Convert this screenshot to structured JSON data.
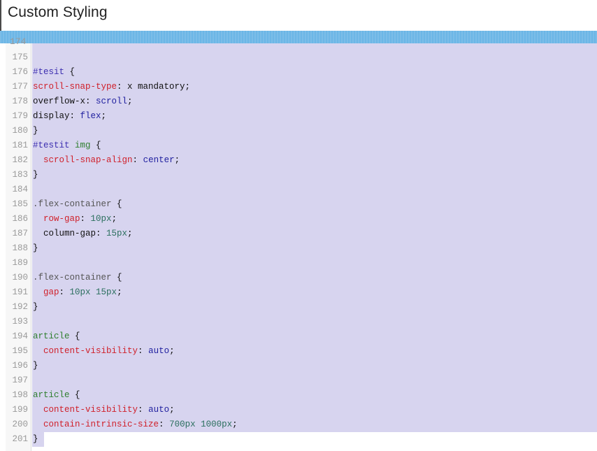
{
  "title": "Custom Styling",
  "colors": {
    "accent_bar": "#6cb6e6",
    "selection": "#d7d4ef",
    "property": "#d0202a",
    "value_keyword": "#1f1f9f",
    "number": "#2b6f5e",
    "tag": "#2f7f2f"
  },
  "editor": {
    "partial_line_number": "174",
    "lines": [
      {
        "n": "175",
        "parts": []
      },
      {
        "n": "176",
        "parts": [
          [
            "t-id",
            "#tesit"
          ],
          [
            "t-plain",
            " {"
          ]
        ]
      },
      {
        "n": "177",
        "parts": [
          [
            "t-prop",
            "scroll-snap-type"
          ],
          [
            "t-plain",
            ": x mandatory;"
          ]
        ]
      },
      {
        "n": "178",
        "parts": [
          [
            "t-plain",
            "overflow-x: "
          ],
          [
            "t-kw",
            "scroll"
          ],
          [
            "t-plain",
            ";"
          ]
        ]
      },
      {
        "n": "179",
        "parts": [
          [
            "t-plain",
            "display: "
          ],
          [
            "t-kw",
            "flex"
          ],
          [
            "t-plain",
            ";"
          ]
        ]
      },
      {
        "n": "180",
        "parts": [
          [
            "t-plain",
            "}"
          ]
        ]
      },
      {
        "n": "181",
        "parts": [
          [
            "t-id",
            "#testit"
          ],
          [
            "t-plain",
            " "
          ],
          [
            "t-tag",
            "img"
          ],
          [
            "t-plain",
            " {"
          ]
        ]
      },
      {
        "n": "182",
        "parts": [
          [
            "t-plain",
            "  "
          ],
          [
            "t-prop",
            "scroll-snap-align"
          ],
          [
            "t-plain",
            ": "
          ],
          [
            "t-kw",
            "center"
          ],
          [
            "t-plain",
            ";"
          ]
        ]
      },
      {
        "n": "183",
        "parts": [
          [
            "t-plain",
            "}"
          ]
        ]
      },
      {
        "n": "184",
        "parts": []
      },
      {
        "n": "185",
        "parts": [
          [
            "t-cls",
            ".flex-container"
          ],
          [
            "t-plain",
            " {"
          ]
        ]
      },
      {
        "n": "186",
        "parts": [
          [
            "t-plain",
            "  "
          ],
          [
            "t-prop",
            "row-gap"
          ],
          [
            "t-plain",
            ": "
          ],
          [
            "t-num",
            "10px"
          ],
          [
            "t-plain",
            ";"
          ]
        ]
      },
      {
        "n": "187",
        "parts": [
          [
            "t-plain",
            "  column-gap: "
          ],
          [
            "t-num",
            "15px"
          ],
          [
            "t-plain",
            ";"
          ]
        ]
      },
      {
        "n": "188",
        "parts": [
          [
            "t-plain",
            "}"
          ]
        ]
      },
      {
        "n": "189",
        "parts": []
      },
      {
        "n": "190",
        "parts": [
          [
            "t-cls",
            ".flex-container"
          ],
          [
            "t-plain",
            " {"
          ]
        ]
      },
      {
        "n": "191",
        "parts": [
          [
            "t-plain",
            "  "
          ],
          [
            "t-prop",
            "gap"
          ],
          [
            "t-plain",
            ": "
          ],
          [
            "t-num",
            "10px 15px"
          ],
          [
            "t-plain",
            ";"
          ]
        ]
      },
      {
        "n": "192",
        "parts": [
          [
            "t-plain",
            "}"
          ]
        ]
      },
      {
        "n": "193",
        "parts": []
      },
      {
        "n": "194",
        "parts": [
          [
            "t-tag",
            "article"
          ],
          [
            "t-plain",
            " {"
          ]
        ]
      },
      {
        "n": "195",
        "parts": [
          [
            "t-plain",
            "  "
          ],
          [
            "t-prop",
            "content-visibility"
          ],
          [
            "t-plain",
            ": "
          ],
          [
            "t-kw",
            "auto"
          ],
          [
            "t-plain",
            ";"
          ]
        ]
      },
      {
        "n": "196",
        "parts": [
          [
            "t-plain",
            "}"
          ]
        ]
      },
      {
        "n": "197",
        "parts": []
      },
      {
        "n": "198",
        "parts": [
          [
            "t-tag",
            "article"
          ],
          [
            "t-plain",
            " {"
          ]
        ]
      },
      {
        "n": "199",
        "parts": [
          [
            "t-plain",
            "  "
          ],
          [
            "t-prop",
            "content-visibility"
          ],
          [
            "t-plain",
            ": "
          ],
          [
            "t-kw",
            "auto"
          ],
          [
            "t-plain",
            ";"
          ]
        ]
      },
      {
        "n": "200",
        "parts": [
          [
            "t-plain",
            "  "
          ],
          [
            "t-prop",
            "contain-intrinsic-size"
          ],
          [
            "t-plain",
            ": "
          ],
          [
            "t-num",
            "700px 1000px"
          ],
          [
            "t-plain",
            ";"
          ]
        ]
      },
      {
        "n": "201",
        "parts": [
          [
            "t-plain",
            "}"
          ]
        ]
      }
    ]
  }
}
